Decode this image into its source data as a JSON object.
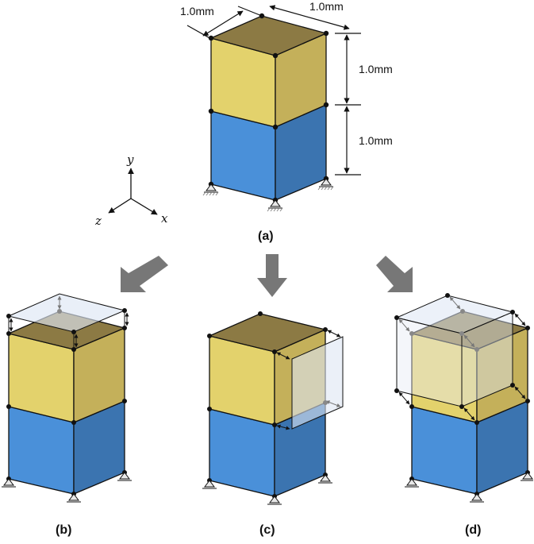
{
  "figure": {
    "dimensions": {
      "width_label": "1.0mm",
      "depth_label": "1.0mm",
      "upper_height_label": "1.0mm",
      "lower_height_label": "1.0mm"
    },
    "axes": {
      "y": "y",
      "z": "z",
      "x": "x"
    },
    "panels": {
      "a": "(a)",
      "b": "(b)",
      "c": "(c)",
      "d": "(d)"
    },
    "colors": {
      "yellow_front": "#e3d26c",
      "yellow_side": "#c4b05a",
      "yellow_top": "#8c7a44",
      "blue_front": "#4a90d9",
      "blue_side": "#3b74b0",
      "ghost_fill": "#dde6f4",
      "arrow_gray": "#777777"
    }
  }
}
